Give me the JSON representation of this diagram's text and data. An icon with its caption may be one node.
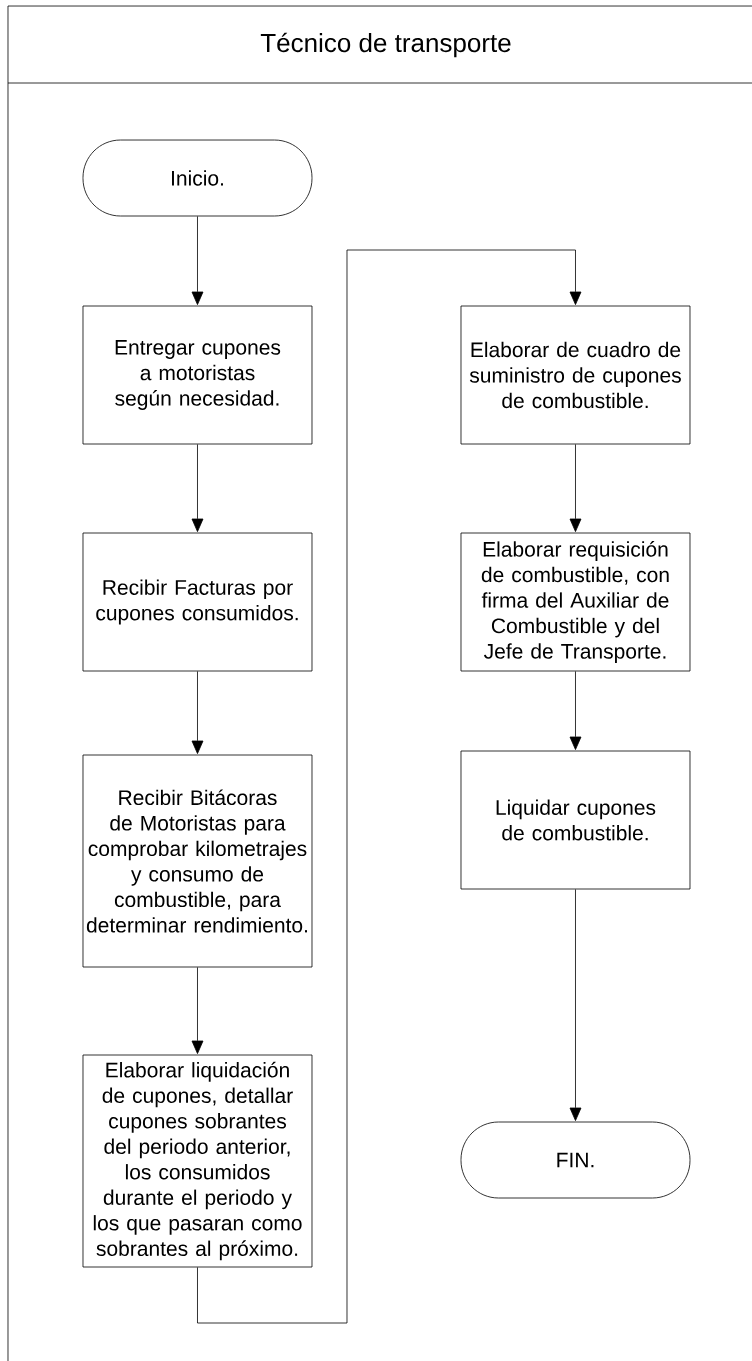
{
  "diagram": {
    "nodes": [
      {
        "text": [
          "Técnico  de transporte"
        ]
      },
      {
        "text": [
          "Inicio."
        ],
        "in": 0
      },
      {
        "text": [
          "Entregar cupones a motoristas según necesidad."
        ],
        "in": 0
      },
      {
        "text": [
          "Recibir Facturas por cupones consumidos."
        ],
        "in": 0
      },
      {
        "text": [
          "Recibir Bitácoras de Motoristas para comprobar kilometrajes y consumo de combustible, para determinar rendimiento."
        ],
        "in": 0
      },
      {
        "text": [
          "Elaborar liquidación de cupones, detallar cupones sobrantes del periodo anterior, los consumidos durante el periodo y los que pasaran como sobrantes al próximo."
        ],
        "in": 0
      },
      {
        "text": [
          "Elaborar de cuadro de suministro  de cupones de combustible."
        ],
        "in": 0
      },
      {
        "text": [
          "Elaborar requisición de combustible, con firma del Auxiliar de Combustible y del Jefe de Transporte."
        ],
        "in": 0
      },
      {
        "text": [
          "Liquidar cupones de combustible."
        ],
        "in": 0
      },
      {
        "text": [
          "FIN."
        ],
        "in": 0
      }
    ],
    "edges": [
      {
        "from": 1,
        "to": 2,
        "arrow": "to"
      },
      {
        "from": 2,
        "to": 3,
        "arrow": "to"
      },
      {
        "from": 3,
        "to": 4,
        "arrow": "to"
      },
      {
        "from": 4,
        "to": 5,
        "arrow": "to"
      },
      {
        "from": 5,
        "to": 6,
        "arrow": "to"
      },
      {
        "from": 6,
        "to": 7,
        "arrow": "to"
      },
      {
        "from": 7,
        "to": 8,
        "arrow": "to"
      },
      {
        "from": 8,
        "to": 9,
        "arrow": "to"
      }
    ]
  }
}
